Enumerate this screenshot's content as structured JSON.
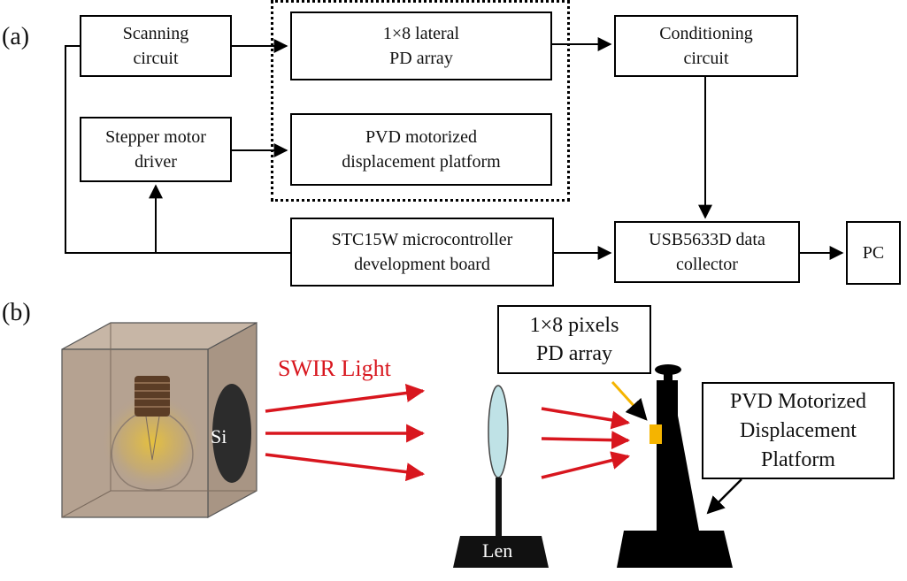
{
  "panel_a": {
    "label": "(a)",
    "scanning_circuit": "Scanning\ncircuit",
    "pd_array": "1×8 lateral\nPD array",
    "conditioning_circuit": "Conditioning\ncircuit",
    "stepper_motor_driver": "Stepper motor\ndriver",
    "pvd_platform": "PVD motorized\ndisplacement platform",
    "microcontroller": "STC15W microcontroller\ndevelopment board",
    "data_collector": "USB5633D data\ncollector",
    "pc": "PC"
  },
  "panel_b": {
    "label": "(b)",
    "swir_light": "SWIR Light",
    "si_label": "Si",
    "len_label": "Len",
    "pd_array_callout": "1×8 pixels\nPD array",
    "platform_callout": "PVD Motorized\nDisplacement\nPlatform"
  },
  "colors": {
    "red": "#d8161e",
    "box_tan": "#b5a291",
    "lens": "#bfe2e6",
    "pd": "#f5b400",
    "pointer_yellow": "#f5b400"
  }
}
